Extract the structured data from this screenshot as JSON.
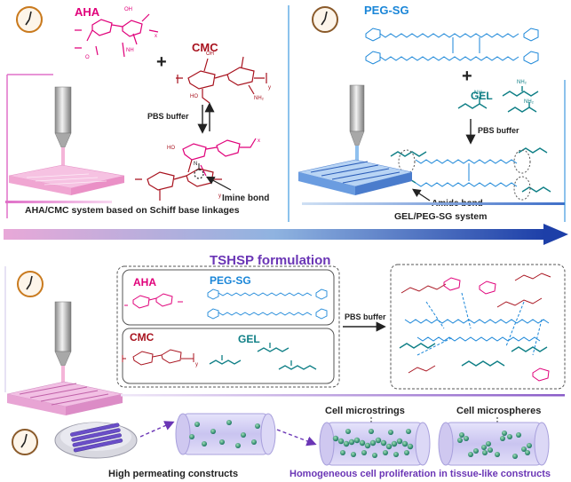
{
  "colors": {
    "magenta": "#e0007a",
    "dark_red": "#a8121e",
    "teal": "#0f7f86",
    "blue": "#1a86d8",
    "purple": "#6a35b5",
    "arrow_blue": "#1d3fa8"
  },
  "top_left": {
    "aha": "AHA",
    "cmc": "CMC",
    "plus": "+",
    "pbs": "PBS buffer",
    "imine": "Imine bond",
    "caption": "AHA/CMC system based on Schiff base linkages"
  },
  "top_right": {
    "peg": "PEG-SG",
    "gel": "GEL",
    "plus": "+",
    "pbs": "PBS buffer",
    "amide": "Amide bond",
    "caption": "GEL/PEG-SG system"
  },
  "bottom": {
    "title": "TSHSP formulation",
    "aha": "AHA",
    "peg": "PEG-SG",
    "cmc": "CMC",
    "gel": "GEL",
    "pbs": "PBS buffer",
    "microstrings": "Cell microstrings",
    "microspheres": "Cell microspheres",
    "high_perm": "High permeating constructs",
    "homog": "Homogeneous cell proliferation in tissue-like constructs"
  },
  "chem": {
    "oh": "OH",
    "ho": "HO",
    "nh": "NH",
    "nh2": "NH₂",
    "o": "O",
    "n": "N",
    "x": "x",
    "y": "y",
    "oh_o": "OH"
  },
  "icons": [
    "clock-icon",
    "syringe-nozzle-icon",
    "petri-dish-icon",
    "cell-cylinder-icon"
  ]
}
